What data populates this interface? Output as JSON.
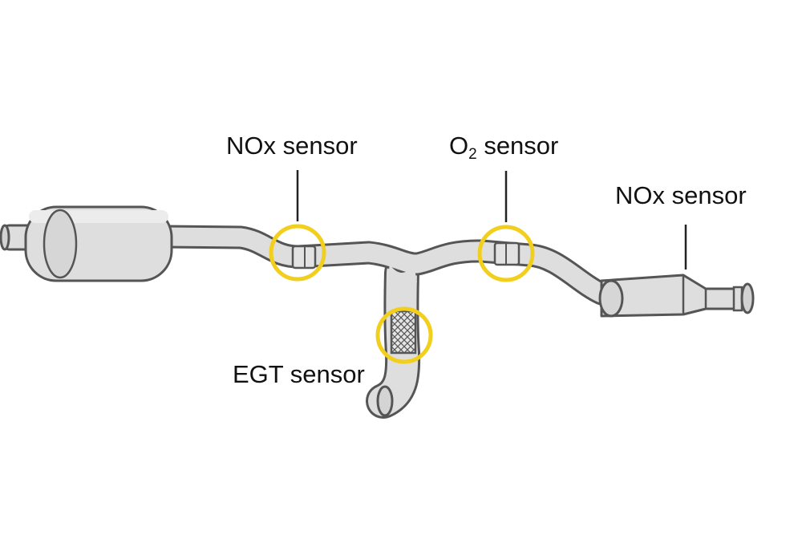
{
  "labels": {
    "nox_sensor_1": "NOx sensor",
    "o2_prefix": "O",
    "o2_subscript": "2",
    "o2_suffix": " sensor",
    "nox_sensor_2": "NOx sensor",
    "egt_sensor": "EGT sensor"
  },
  "colors": {
    "pipe_fill": "#dedede",
    "pipe_stroke": "#555555",
    "highlight": "#f2cf1d",
    "leader_line": "#222222",
    "text": "#111111"
  }
}
